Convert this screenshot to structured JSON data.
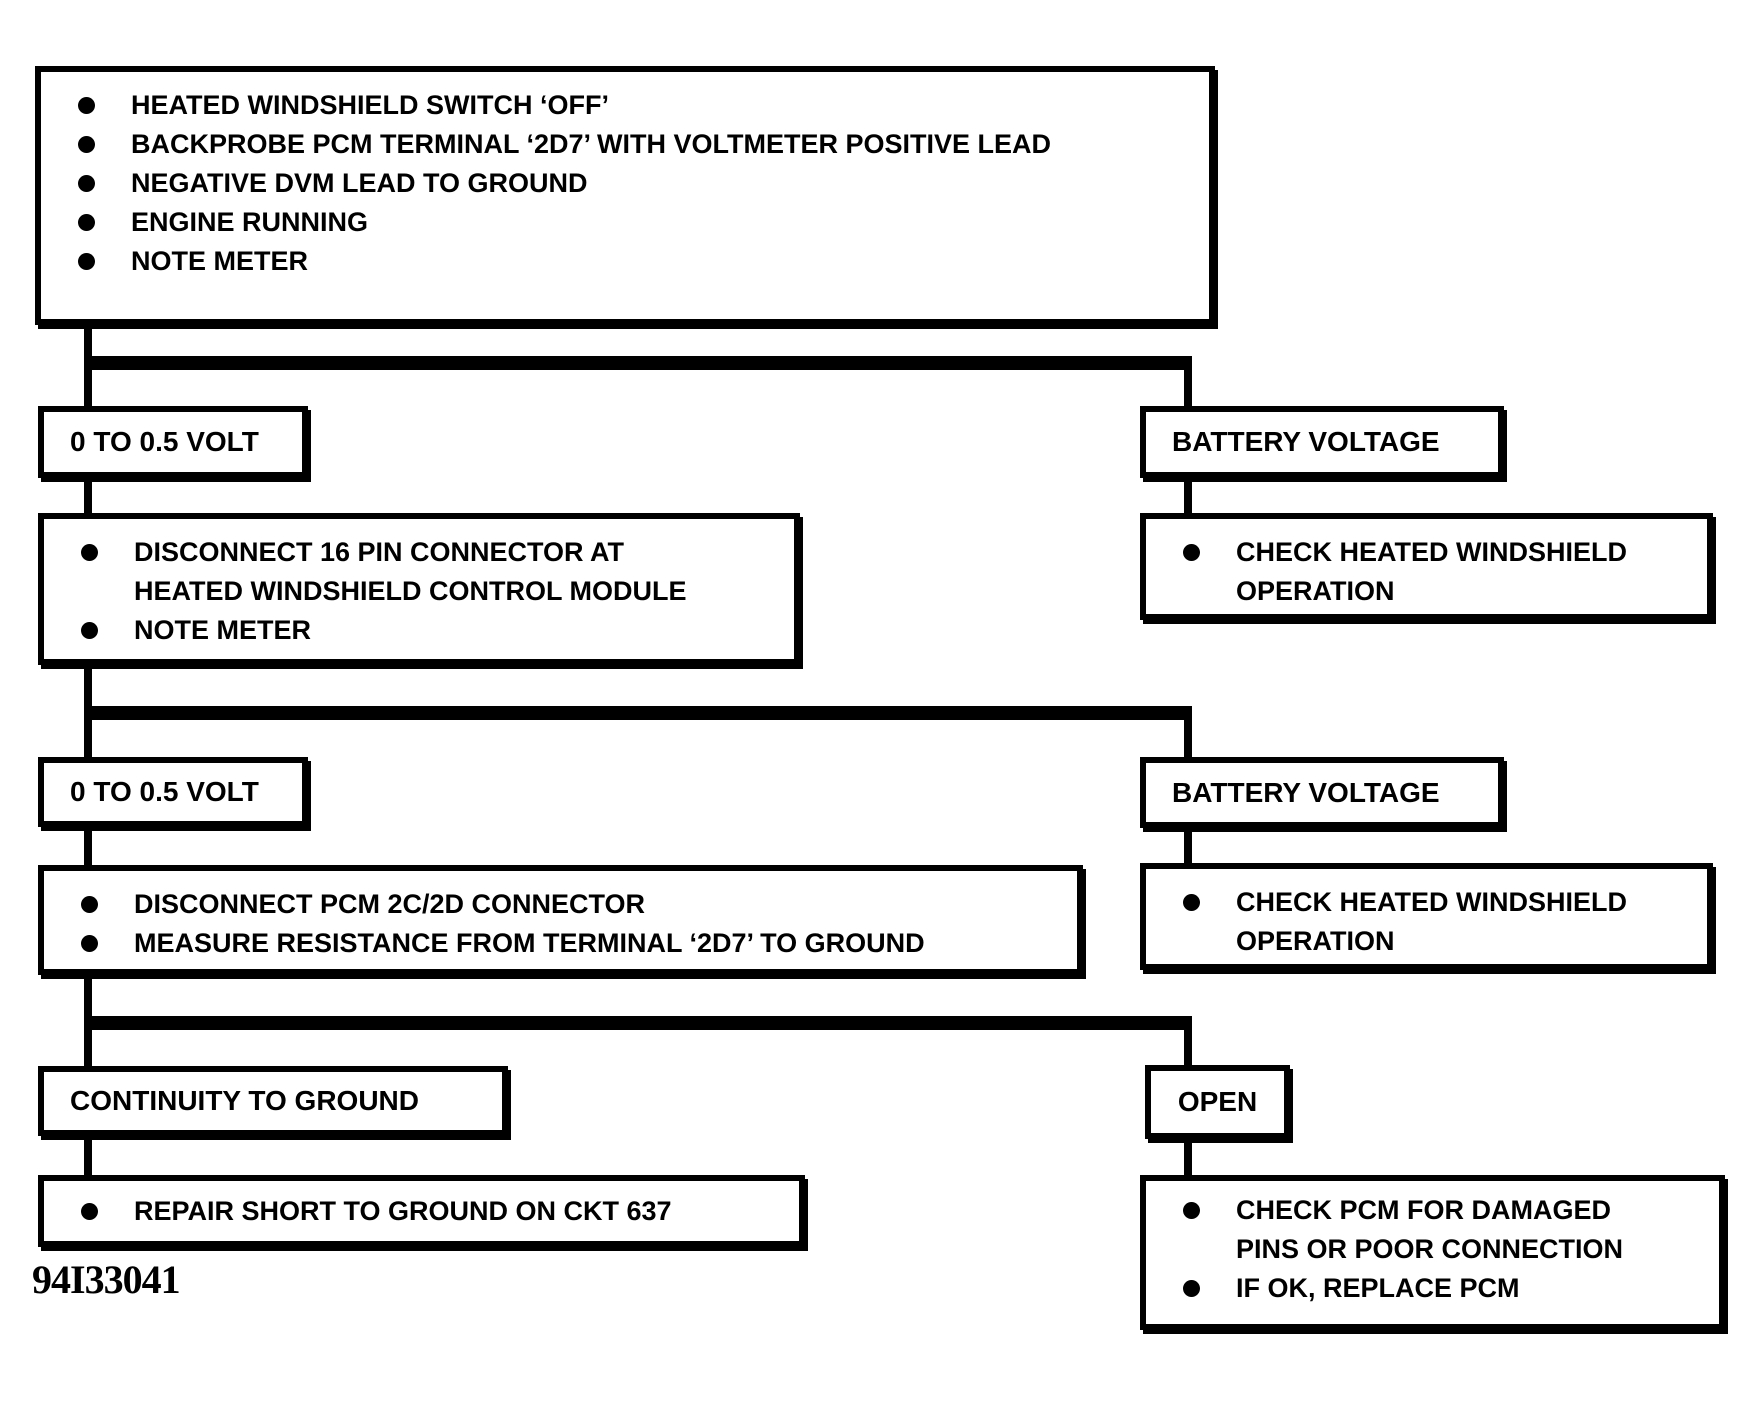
{
  "figure_id": "94I33041",
  "colors": {
    "ink": "#000000",
    "paper": "#ffffff"
  },
  "flowchart": {
    "step1": {
      "bullets": [
        [
          "HEATED WINDSHIELD SWITCH ‘OFF’"
        ],
        [
          "BACKPROBE PCM TERMINAL ‘2D7’ WITH VOLTMETER POSITIVE LEAD"
        ],
        [
          "NEGATIVE DVM LEAD TO GROUND"
        ],
        [
          "ENGINE RUNNING"
        ],
        [
          "NOTE METER"
        ]
      ]
    },
    "branch1": {
      "left": "0 TO 0.5 VOLT",
      "right": "BATTERY VOLTAGE"
    },
    "step2_left": {
      "bullets": [
        [
          "DISCONNECT 16 PIN CONNECTOR AT",
          "HEATED WINDSHIELD CONTROL MODULE"
        ],
        [
          "NOTE METER"
        ]
      ]
    },
    "step2_right": {
      "bullets": [
        [
          "CHECK HEATED WINDSHIELD",
          "OPERATION"
        ]
      ]
    },
    "branch2": {
      "left": "0 TO 0.5 VOLT",
      "right": "BATTERY VOLTAGE"
    },
    "step3_left": {
      "bullets": [
        [
          "DISCONNECT PCM 2C/2D CONNECTOR"
        ],
        [
          "MEASURE RESISTANCE FROM TERMINAL ‘2D7’ TO GROUND"
        ]
      ]
    },
    "step3_right": {
      "bullets": [
        [
          "CHECK HEATED WINDSHIELD",
          "OPERATION"
        ]
      ]
    },
    "branch3": {
      "left": "CONTINUITY TO GROUND",
      "right": "OPEN"
    },
    "step4_left": {
      "bullets": [
        [
          "REPAIR SHORT TO GROUND ON CKT 637"
        ]
      ]
    },
    "step4_right": {
      "bullets": [
        [
          "CHECK PCM FOR DAMAGED",
          "PINS OR POOR CONNECTION"
        ],
        [
          "IF OK, REPLACE PCM"
        ]
      ]
    }
  }
}
